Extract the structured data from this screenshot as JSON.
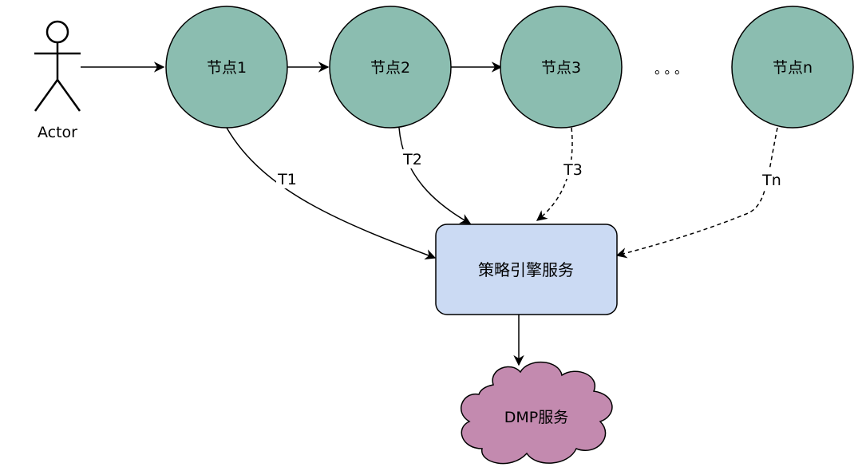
{
  "actor": {
    "label": "Actor"
  },
  "nodes": [
    {
      "id": "node-1",
      "label": "节点1"
    },
    {
      "id": "node-2",
      "label": "节点2"
    },
    {
      "id": "node-3",
      "label": "节点3"
    },
    {
      "id": "node-n",
      "label": "节点n"
    }
  ],
  "ellipsis": "。。。",
  "edges": [
    {
      "from": "node-1",
      "to": "strategy",
      "label": "T1",
      "style": "solid"
    },
    {
      "from": "node-2",
      "to": "strategy",
      "label": "T2",
      "style": "solid"
    },
    {
      "from": "node-3",
      "to": "strategy",
      "label": "T3",
      "style": "dashed"
    },
    {
      "from": "node-n",
      "to": "strategy",
      "label": "Tn",
      "style": "dashed"
    }
  ],
  "strategy": {
    "label": "策略引擎服务"
  },
  "dmp": {
    "label": "DMP服务"
  },
  "colors": {
    "node_fill": "#8bbdb0",
    "strategy_fill": "#cbdaf3",
    "cloud_fill": "#c38aaf",
    "stroke": "#000000"
  }
}
